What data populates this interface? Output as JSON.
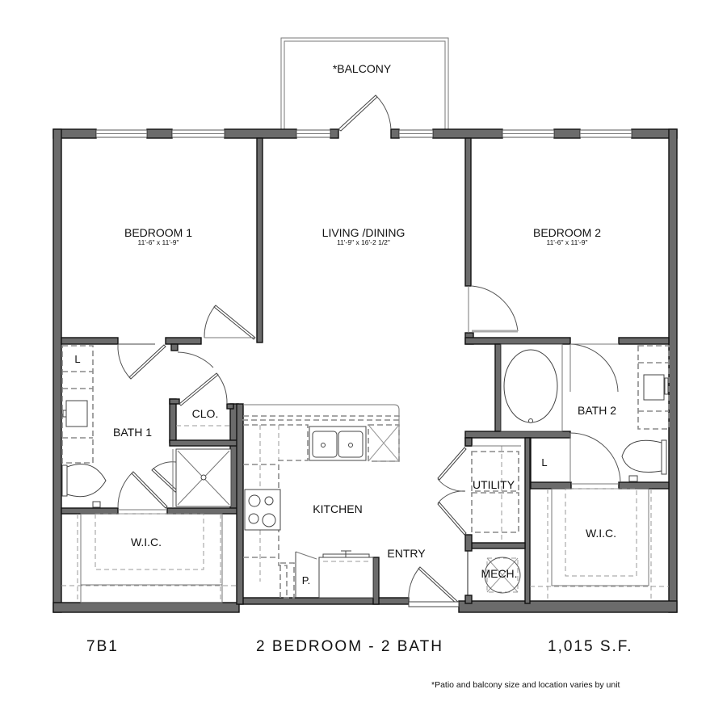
{
  "plan": {
    "unit_code": "7B1",
    "unit_type": "2 BEDROOM - 2 BATH",
    "area": "1,015 S.F.",
    "footnote": "*Patio and balcony size and location varies by unit"
  },
  "rooms": {
    "balcony": {
      "label": "*BALCONY"
    },
    "bedroom1": {
      "label": "BEDROOM 1",
      "dimensions": "11'-6\" x 11'-9\""
    },
    "living": {
      "label": "LIVING /DINING",
      "dimensions": "11'-9\" x 16'-2 1/2\""
    },
    "bedroom2": {
      "label": "BEDROOM 2",
      "dimensions": "11'-6\" x 11'-9\""
    },
    "bath1": {
      "label": "BATH 1"
    },
    "bath1_linen": {
      "label": "L"
    },
    "closet": {
      "label": "CLO."
    },
    "kitchen": {
      "label": "KITCHEN"
    },
    "pantry": {
      "label": "P."
    },
    "entry": {
      "label": "ENTRY"
    },
    "wic1": {
      "label": "W.I.C."
    },
    "utility": {
      "label": "UTILITY"
    },
    "mech": {
      "label": "MECH."
    },
    "bath2": {
      "label": "BATH 2"
    },
    "bath2_linen": {
      "label": "L"
    },
    "wic2": {
      "label": "W.I.C."
    }
  },
  "colors": {
    "wall_fill": "#6b6b6b",
    "wall_outline": "#111111",
    "background": "#ffffff",
    "text": "#111111"
  }
}
